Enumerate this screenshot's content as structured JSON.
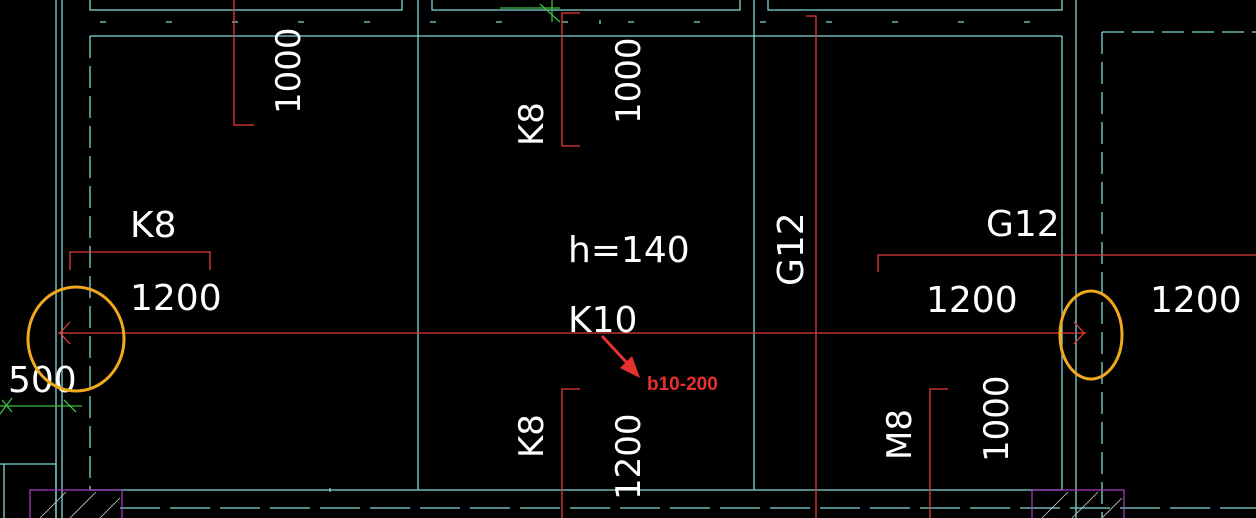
{
  "colors": {
    "background": "#000000",
    "wall_line": "#7fd8d8",
    "rebar_line": "#e23a3a",
    "text": "#ffffff",
    "highlight_circle": "#f0a81c",
    "annotation_red": "#e83030",
    "hatch_magenta": "#b03cc8",
    "dimension_green": "#3dbd3d"
  },
  "labels": {
    "top_left_len": "1000",
    "top_mid_len": "1000",
    "top_mid_code": "K8",
    "left_code": "K8",
    "left_len": "1200",
    "slab_thickness": "h=140",
    "center_code": "K10",
    "vertical_code": "G12",
    "right_code": "G12",
    "right_len_a": "1200",
    "right_len_b": "1200",
    "left_dim": "500",
    "bottom_mid_code": "K8",
    "bottom_mid_len": "1200",
    "bottom_right_code": "M8",
    "bottom_right_len": "1000"
  },
  "annotation": {
    "text": "b10-200"
  },
  "highlights": [
    {
      "name": "left-circle"
    },
    {
      "name": "right-circle"
    }
  ]
}
